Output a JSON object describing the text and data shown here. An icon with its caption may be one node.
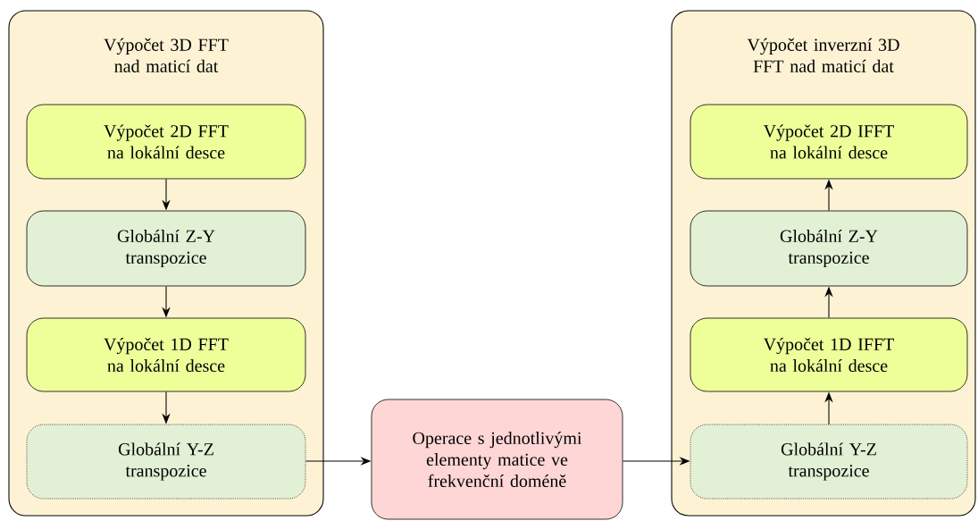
{
  "diagram": {
    "nodes": [
      {
        "text": [
          "Výpočet 3D FFT nad maticí dat"
        ]
      },
      {
        "text": [
          "Výpočet 2D FFT na lokální desce"
        ],
        "in": 0
      },
      {
        "text": [
          "Globální Z-Y transpozice"
        ],
        "in": 0
      },
      {
        "text": [
          "Výpočet 1D FFT na lokální desce"
        ],
        "in": 0
      },
      {
        "text": [
          "Globální Y-Z transpozice"
        ],
        "in": 0
      },
      {
        "text": [
          "Operace s jednotlivými elementy matice ve frekvenční doméně"
        ]
      },
      {
        "text": [
          "Výpočet inverzní 3D FFT nad maticí dat"
        ]
      },
      {
        "text": [
          "Výpočet 2D IFFT na lokální desce"
        ],
        "in": 6
      },
      {
        "text": [
          "Globální Z-Y transpozice"
        ],
        "in": 6
      },
      {
        "text": [
          "Výpočet 1D IFFT na lokální desce"
        ],
        "in": 6
      },
      {
        "text": [
          "Globální Y-Z transpozice"
        ],
        "in": 6
      }
    ],
    "edges": [
      {
        "from": 1,
        "to": 2,
        "arrow": "to"
      },
      {
        "from": 2,
        "to": 3,
        "arrow": "to"
      },
      {
        "from": 3,
        "to": 4,
        "arrow": "to"
      },
      {
        "from": 4,
        "to": 5,
        "arrow": "to"
      },
      {
        "from": 5,
        "to": 10,
        "arrow": "to"
      },
      {
        "from": 10,
        "to": 9,
        "arrow": "to"
      },
      {
        "from": 9,
        "to": 8,
        "arrow": "to"
      },
      {
        "from": 8,
        "to": 7,
        "arrow": "to"
      }
    ]
  }
}
